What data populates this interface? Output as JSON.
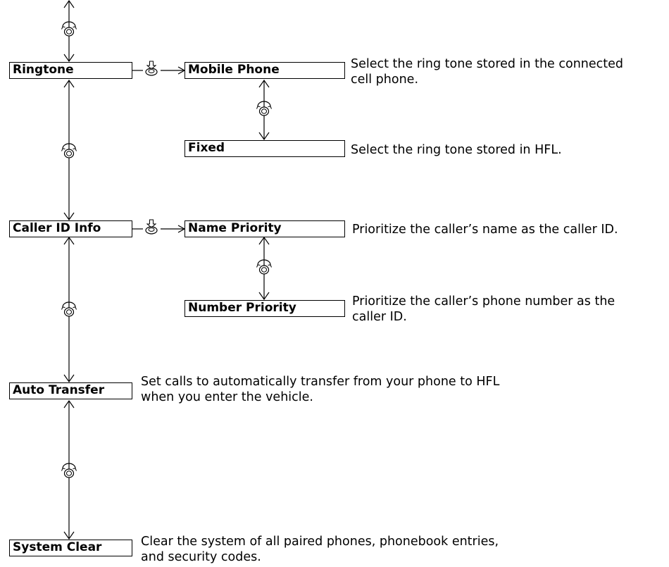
{
  "menu": [
    {
      "label": "Ringtone",
      "options": [
        {
          "label": "Mobile Phone",
          "description": [
            "Select the ring tone stored in the connected",
            "cell phone."
          ]
        },
        {
          "label": "Fixed",
          "description": [
            "Select the ring tone stored in HFL."
          ]
        }
      ]
    },
    {
      "label": "Caller ID Info",
      "options": [
        {
          "label": "Name Priority",
          "description": [
            "Prioritize the caller’s name as the caller ID."
          ]
        },
        {
          "label": "Number Priority",
          "description": [
            "Prioritize the caller’s phone number as the",
            "caller ID."
          ]
        }
      ]
    },
    {
      "label": "Auto Transfer",
      "description": [
        "Set calls to automatically transfer from your phone to HFL",
        "when you enter the vehicle."
      ]
    },
    {
      "label": "System Clear",
      "description": [
        "Clear the system of all paired phones, phonebook entries,",
        "and security codes."
      ]
    }
  ],
  "icons": {
    "rotate": "knob-rotate-icon",
    "press": "knob-press-icon"
  }
}
